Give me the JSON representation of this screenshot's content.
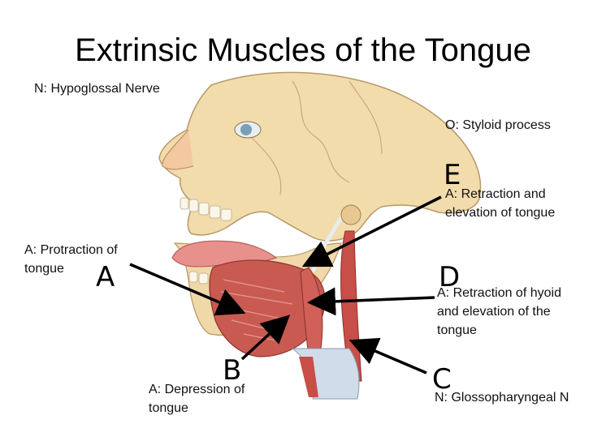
{
  "title": "Extrinsic Muscles of the Tongue",
  "labels": {
    "nerve_top": "N: Hypoglossal Nerve",
    "origin": "O: Styloid process",
    "action_e_line1": "A: Retraction and",
    "action_e_line2": "elevation of tongue",
    "action_a_line1": "A: Protraction of",
    "action_a_line2": "tongue",
    "action_d_line1": "A: Retraction of  hyoid",
    "action_d_line2": "and elevation of the",
    "action_d_line3": "tongue",
    "action_b_line1": "A: Depression of",
    "action_b_line2": "tongue",
    "nerve_c": "N: Glossopharyngeal N"
  },
  "letters": {
    "a": "A",
    "b": "B",
    "c": "C",
    "d": "D",
    "e": "E"
  },
  "colors": {
    "bone": "#f0d8a8",
    "skin": "#f4c8a0",
    "muscle": "#c8504a",
    "arrow": "#000000"
  }
}
